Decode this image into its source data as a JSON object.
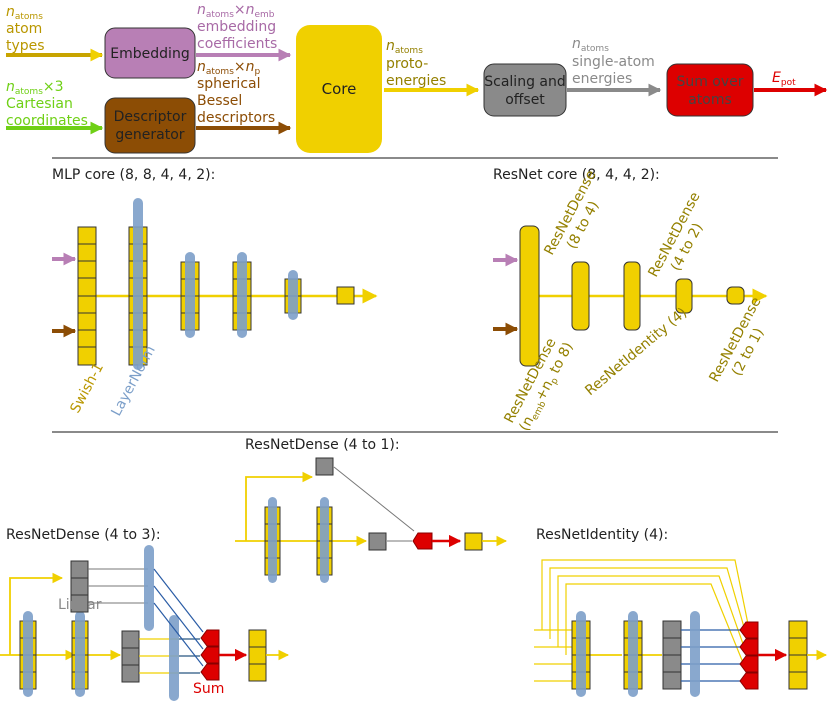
{
  "colors": {
    "yellow": "#f0d000",
    "yellow_dark": "#b99700",
    "purple": "#b87fb5",
    "purple_text": "#a86aa6",
    "brown": "#8c4d05",
    "green": "#6fd016",
    "gray": "#8a8a8a",
    "red": "#dd0000",
    "blue": "#7c9fc9",
    "navy": "#2b5da6",
    "olive": "#948000"
  },
  "top": {
    "in1_line1": "n",
    "in1_sub": "atoms",
    "in1_line2": "atom",
    "in1_line3": "types",
    "in2_line1": "n",
    "in2_sub": "atoms",
    "in2_mult": "×3",
    "in2_line2": "Cartesian",
    "in2_line3": "coordinates",
    "embedding_box": "Embedding",
    "descriptor_box_l1": "Descriptor",
    "descriptor_box_l2": "generator",
    "emb_out_n": "n",
    "emb_out_sub": "atoms",
    "emb_out_x": "×n",
    "emb_out_sub2": "emb",
    "emb_out_l2": "embedding",
    "emb_out_l3": "coefficients",
    "desc_out_n": "n",
    "desc_out_sub": "atoms",
    "desc_out_x": "×n",
    "desc_out_sub2": "p",
    "desc_out_l2": "spherical",
    "desc_out_l3": "Bessel",
    "desc_out_l4": "descriptors",
    "core_box": "Core",
    "core_out_n": "n",
    "core_out_sub": "atoms",
    "core_out_l2": "proto-",
    "core_out_l3": "energies",
    "scale_box_l1": "Scaling and",
    "scale_box_l2": "offset",
    "scale_out_n": "n",
    "scale_out_sub": "atoms",
    "scale_out_l2": "single-atom",
    "scale_out_l3": "energies",
    "sum_box_l1": "Sum over",
    "sum_box_l2": "atoms",
    "epot": "E",
    "epot_sub": "pot"
  },
  "middle": {
    "mlp_title": "MLP core (8, 8, 4, 4, 2):",
    "resnet_title": "ResNet core (8, 4, 4, 2):",
    "swish": "Swish-1",
    "layernorm": "LayerNorm",
    "rn_label1_a": "ResNetDense",
    "rn_label1_b": "(8 to 4)",
    "rn_label2_a": "ResNetDense",
    "rn_label2_b": "(4 to 2)",
    "rn_label3": "ResNetIdentity (4)",
    "rn_label4_a": "ResNetDense",
    "rn_label4_b": "(2 to 1)",
    "rn_label5_a": "ResNetDense",
    "rn_label5_b_pre": "(n",
    "rn_label5_b_sub1": "emb",
    "rn_label5_b_mid": "+n",
    "rn_label5_b_sub2": "p",
    "rn_label5_b_post": " to 8)"
  },
  "bottom": {
    "title_43": "ResNetDense (4 to 3):",
    "title_41": "ResNetDense (4 to 1):",
    "title_id": "ResNetIdentity (4):",
    "linear": "Linear",
    "sum": "Sum"
  }
}
